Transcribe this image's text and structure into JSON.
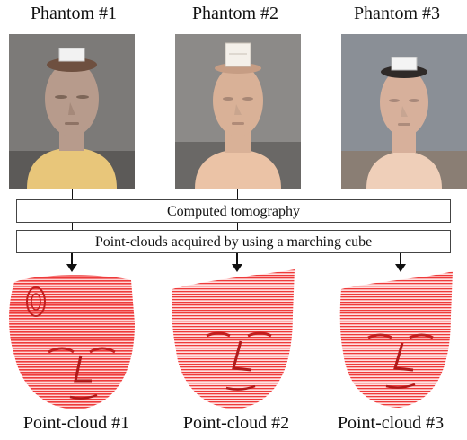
{
  "phantoms": [
    {
      "label": "Phantom #1",
      "skin": "#b79b8c",
      "base": "#e8c67a",
      "bg": "#7c7a78"
    },
    {
      "label": "Phantom #2",
      "skin": "#d9b197",
      "base": "#ebc3a6",
      "bg": "#8c8a88"
    },
    {
      "label": "Phantom #3",
      "skin": "#d7b09b",
      "base": "#efcfb9",
      "bg": "#8a8f96"
    }
  ],
  "steps": {
    "ct": "Computed tomography",
    "marching": "Point-clouds acquired by using a marching cube"
  },
  "clouds": [
    {
      "label": "Point-cloud #1",
      "color": "#ee3a3a"
    },
    {
      "label": "Point-cloud #2",
      "color": "#ee3a3a"
    },
    {
      "label": "Point-cloud #3",
      "color": "#ee3a3a"
    }
  ]
}
